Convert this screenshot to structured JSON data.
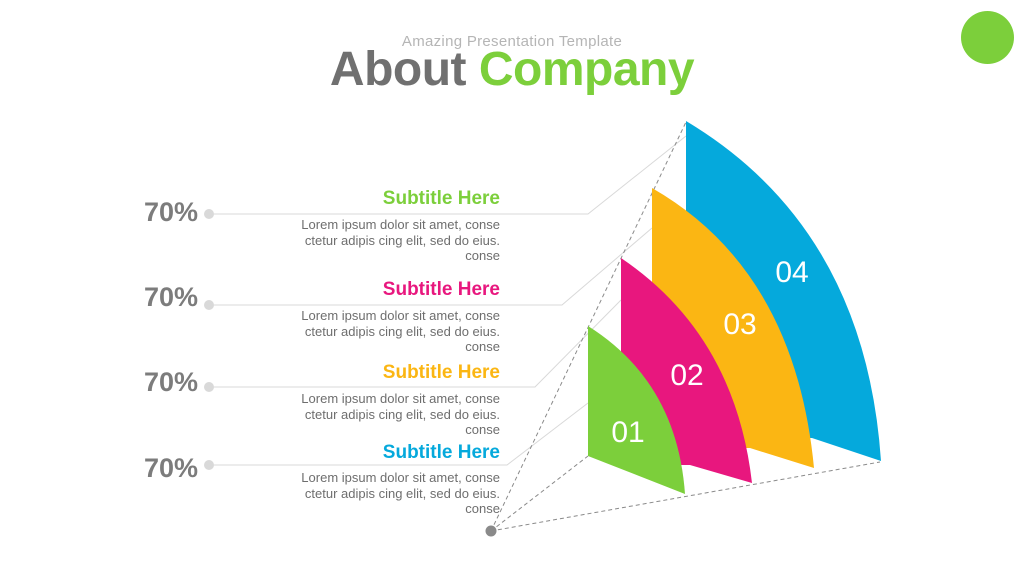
{
  "header": {
    "pretitle": "Amazing Presentation Template",
    "title_part1": "About",
    "title_part2": "Company"
  },
  "colors": {
    "green": "#7ccf3b",
    "pink": "#e8177e",
    "orange": "#fbb613",
    "blue": "#05a9dc",
    "gray_text": "#707070"
  },
  "items": [
    {
      "percent": "70%",
      "subtitle": "Subtitle Here",
      "color": "#7ccf3b",
      "body": [
        "Lorem ipsum dolor sit amet, conse",
        "ctetur adipis cing elit, sed do eius.",
        "conse"
      ]
    },
    {
      "percent": "70%",
      "subtitle": "Subtitle Here",
      "color": "#e8177e",
      "body": [
        "Lorem ipsum dolor sit amet, conse",
        "ctetur adipis cing elit, sed do eius.",
        "conse"
      ]
    },
    {
      "percent": "70%",
      "subtitle": "Subtitle Here",
      "color": "#fbb613",
      "body": [
        "Lorem ipsum dolor sit amet, conse",
        "ctetur adipis cing elit, sed do eius.",
        "conse"
      ]
    },
    {
      "percent": "70%",
      "subtitle": "Subtitle Here",
      "color": "#05a9dc",
      "body": [
        "Lorem ipsum dolor sit amet, conse",
        "ctetur adipis cing elit, sed do eius.",
        "conse"
      ]
    }
  ],
  "segments": [
    {
      "label": "04",
      "color": "#05a9dc"
    },
    {
      "label": "03",
      "color": "#fbb613"
    },
    {
      "label": "02",
      "color": "#e8177e"
    },
    {
      "label": "01",
      "color": "#7ccf3b"
    }
  ]
}
